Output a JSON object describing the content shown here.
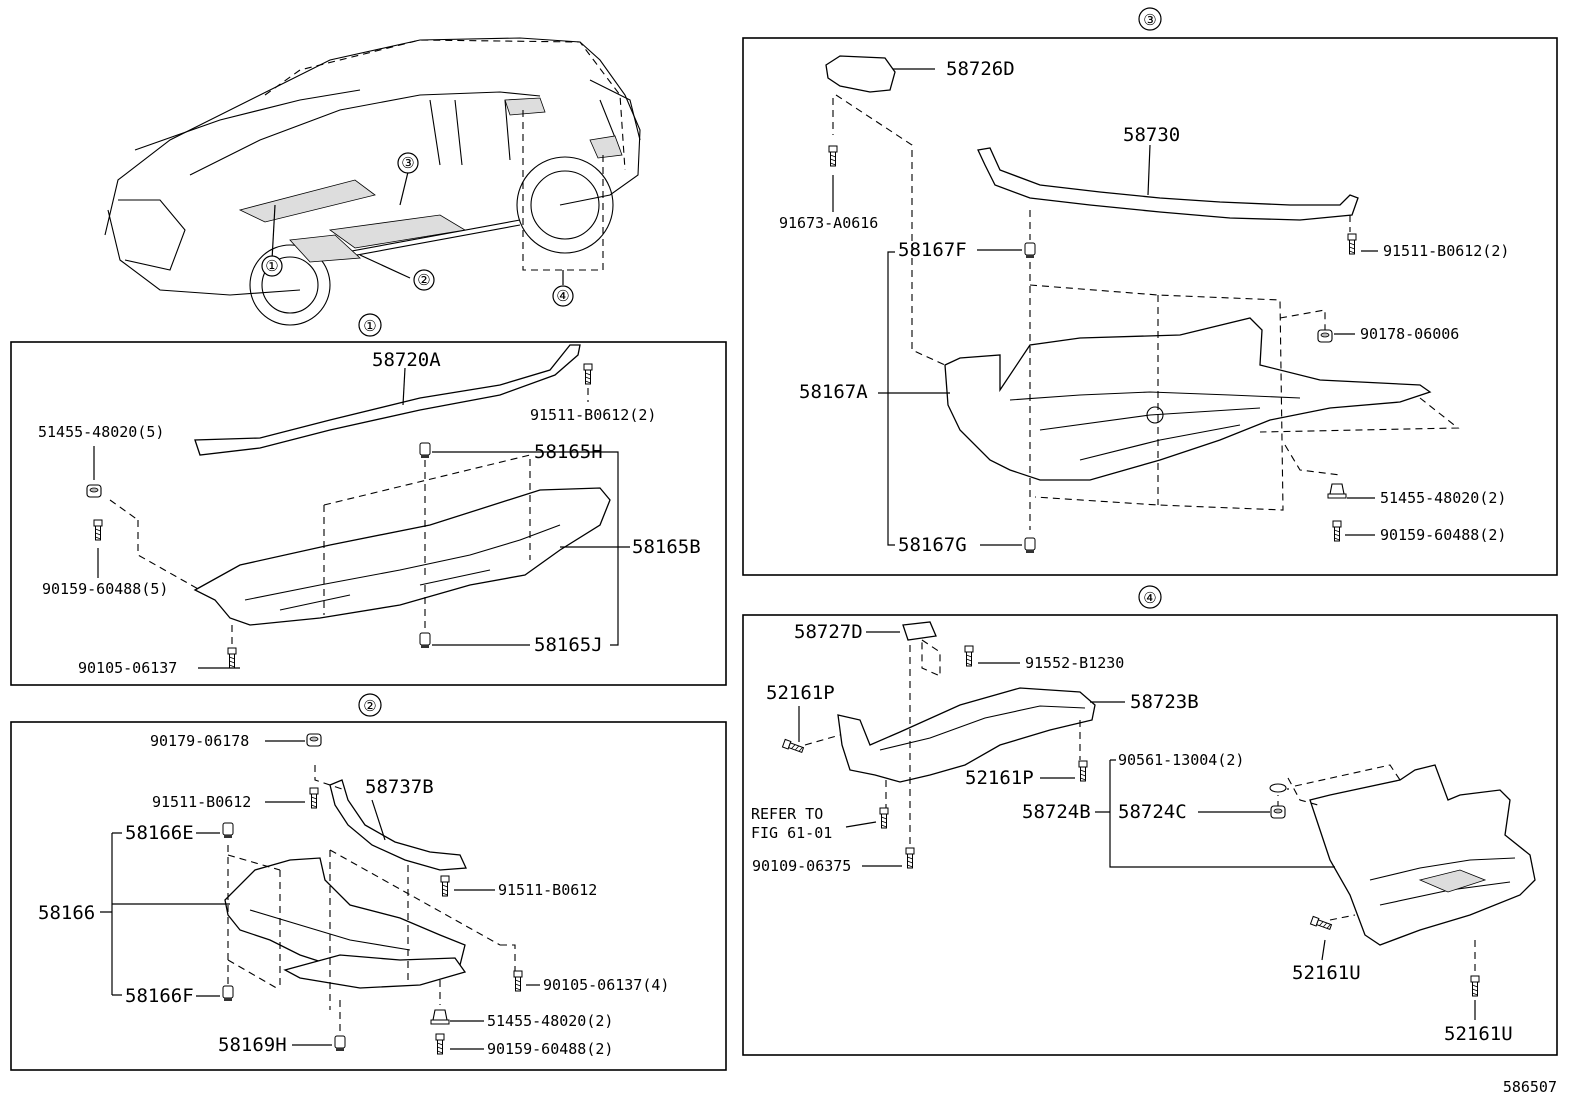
{
  "diagram_id": "586507",
  "overview": {
    "callouts": [
      "①",
      "②",
      "③",
      "④"
    ]
  },
  "section1": {
    "marker": "①",
    "labels": {
      "p58720A": "58720A",
      "p91511": "91511-B0612(2)",
      "p51455": "51455-48020(5)",
      "p58165H": "58165H",
      "p58165B": "58165B",
      "p90159": "90159-60488(5)",
      "p58165J": "58165J",
      "p90105": "90105-06137"
    }
  },
  "section2": {
    "marker": "②",
    "labels": {
      "p90179": "90179-06178",
      "p58737B": "58737B",
      "p91511a": "91511-B0612",
      "p58166E": "58166E",
      "p91511b": "91511-B0612",
      "p58166": "58166",
      "p90105": "90105-06137(4)",
      "p58166F": "58166F",
      "p51455": "51455-48020(2)",
      "p58169H": "58169H",
      "p90159": "90159-60488(2)"
    }
  },
  "section3": {
    "marker": "③",
    "labels": {
      "p58726D": "58726D",
      "p58730": "58730",
      "p91673": "91673-A0616",
      "p58167F": "58167F",
      "p91511": "91511-B0612(2)",
      "p90178": "90178-06006",
      "p58167A": "58167A",
      "p51455": "51455-48020(2)",
      "p90159": "90159-60488(2)",
      "p58167G": "58167G"
    }
  },
  "section4": {
    "marker": "④",
    "labels": {
      "p58727D": "58727D",
      "p91552": "91552-B1230",
      "p52161P_a": "52161P",
      "p58723B": "58723B",
      "p52161P_b": "52161P",
      "p90561": "90561-13004(2)",
      "p58724B": "58724B",
      "p58724C": "58724C",
      "refer1": "REFER TO",
      "refer2": "FIG 61-01",
      "p90109": "90109-06375",
      "p52161U_a": "52161U",
      "p52161U_b": "52161U"
    }
  }
}
